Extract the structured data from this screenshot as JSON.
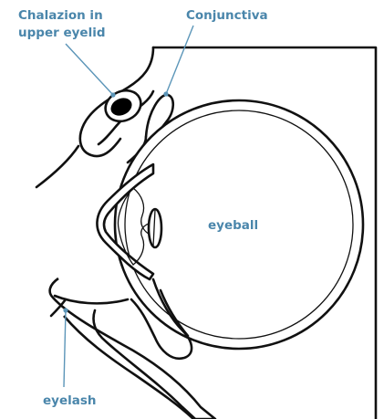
{
  "labels": {
    "chalazion": [
      "Chalazion in",
      "upper eyelid"
    ],
    "conjunctiva": "Conjunctiva",
    "eyeball": "eyeball",
    "eyelash": "eyelash"
  },
  "colors": {
    "label": "#4a86ab",
    "leader_line": "#5b95b8",
    "outline": "#111111",
    "chalazion_fill": "#000000",
    "background": "#ffffff"
  }
}
